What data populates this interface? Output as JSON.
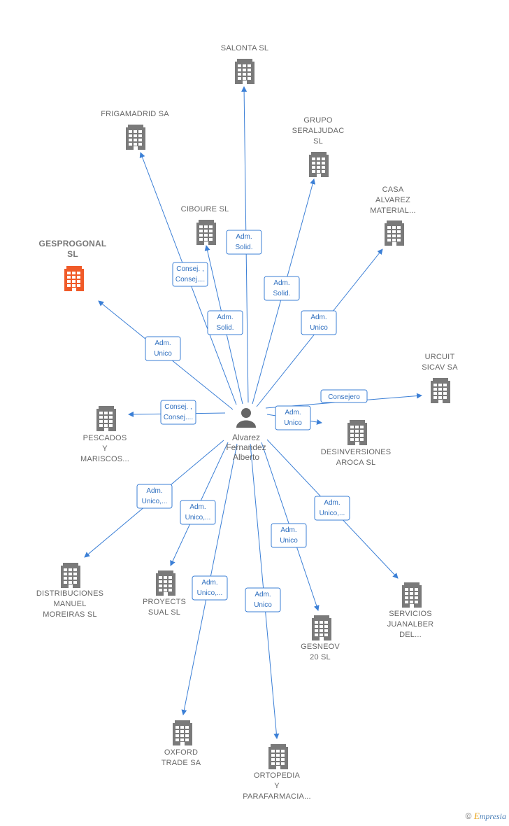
{
  "center": {
    "lines": [
      "Alvarez",
      "Fernandez",
      "Alberto"
    ]
  },
  "companies": [
    {
      "id": "salonta",
      "lines": [
        "SALONTA SL"
      ],
      "active": false
    },
    {
      "id": "frigamadrid",
      "lines": [
        "FRIGAMADRID SA"
      ],
      "active": false
    },
    {
      "id": "seraljudac",
      "lines": [
        "GRUPO",
        "SERALJUDAC",
        "SL"
      ],
      "active": false
    },
    {
      "id": "casa-alvarez",
      "lines": [
        "CASA",
        "ALVAREZ",
        "MATERIAL..."
      ],
      "active": false
    },
    {
      "id": "ciboure",
      "lines": [
        "CIBOURE SL"
      ],
      "active": false
    },
    {
      "id": "gesprogonal",
      "lines": [
        "GESPROGONAL",
        "SL"
      ],
      "active": true
    },
    {
      "id": "urcuit",
      "lines": [
        "URCUIT",
        "SICAV SA"
      ],
      "active": false
    },
    {
      "id": "pescados",
      "lines": [
        "PESCADOS",
        "Y",
        "MARISCOS..."
      ],
      "active": false
    },
    {
      "id": "desinversiones",
      "lines": [
        "DESINVERSIONES",
        "AROCA SL"
      ],
      "active": false
    },
    {
      "id": "distribuciones",
      "lines": [
        "DISTRIBUCIONES",
        "MANUEL",
        "MOREIRAS SL"
      ],
      "active": false
    },
    {
      "id": "proyects",
      "lines": [
        "PROYECTS",
        "SUAL SL"
      ],
      "active": false
    },
    {
      "id": "servicios",
      "lines": [
        "SERVICIOS",
        "JUANALBER",
        "DEL..."
      ],
      "active": false
    },
    {
      "id": "gesneov",
      "lines": [
        "GESNEOV",
        "20 SL"
      ],
      "active": false
    },
    {
      "id": "oxford",
      "lines": [
        "OXFORD",
        "TRADE SA"
      ],
      "active": false
    },
    {
      "id": "ortopedia",
      "lines": [
        "ORTOPEDIA",
        "Y",
        "PARAFARMACIA..."
      ],
      "active": false
    }
  ],
  "relations": [
    {
      "to": "salonta",
      "lines": [
        "Adm.",
        "Solid."
      ]
    },
    {
      "to": "frigamadrid",
      "lines": [
        "Consej. ,",
        "Consej...."
      ]
    },
    {
      "to": "seraljudac",
      "lines": [
        "Adm.",
        "Solid."
      ]
    },
    {
      "to": "casa-alvarez",
      "lines": [
        "Adm.",
        "Unico"
      ]
    },
    {
      "to": "ciboure",
      "lines": [
        "Adm.",
        "Solid."
      ]
    },
    {
      "to": "gesprogonal",
      "lines": [
        "Adm.",
        "Unico"
      ]
    },
    {
      "to": "urcuit",
      "lines": [
        "Consejero"
      ]
    },
    {
      "to": "pescados",
      "lines": [
        "Consej. ,",
        "Consej...."
      ]
    },
    {
      "to": "desinversiones",
      "lines": [
        "Adm.",
        "Unico"
      ]
    },
    {
      "to": "distribuciones",
      "lines": [
        "Adm.",
        "Unico,..."
      ]
    },
    {
      "to": "proyects",
      "lines": [
        "Adm.",
        "Unico,..."
      ]
    },
    {
      "to": "servicios",
      "lines": [
        "Adm.",
        "Unico,..."
      ]
    },
    {
      "to": "gesneov",
      "lines": [
        "Adm.",
        "Unico"
      ]
    },
    {
      "to": "oxford",
      "lines": [
        "Adm.",
        "Unico,..."
      ]
    },
    {
      "to": "ortopedia",
      "lines": [
        "Adm.",
        "Unico"
      ]
    }
  ],
  "colors": {
    "edge": "#3b7fd6",
    "building": "#7a7a7a",
    "building_active": "#f05a28",
    "person": "#666666"
  },
  "footer": {
    "copyright": "©",
    "brand_e": "E",
    "brand_rest": "mpresia"
  }
}
